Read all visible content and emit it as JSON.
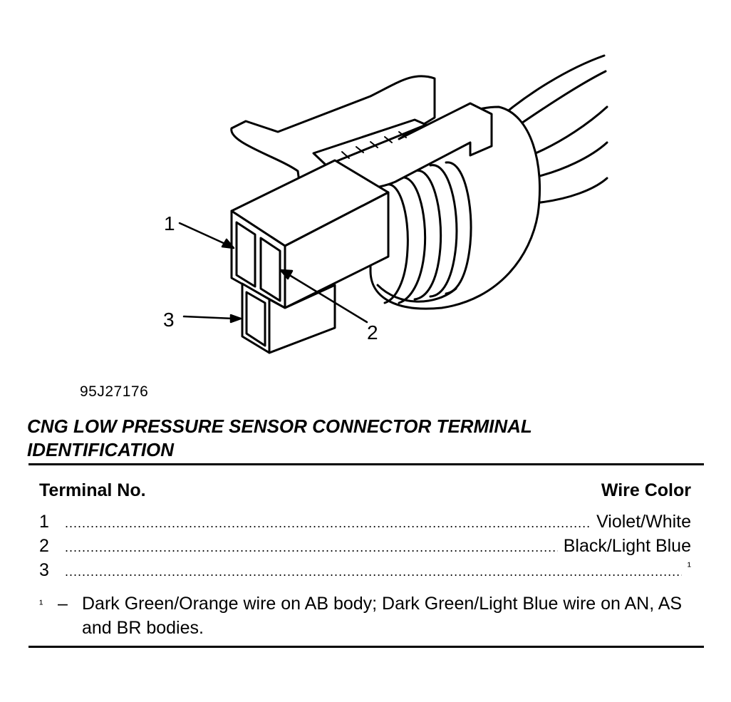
{
  "figure_id": "95J27176",
  "title": "CNG LOW PRESSURE SENSOR CONNECTOR TERMINAL IDENTIFICATION",
  "callouts": [
    "1",
    "2",
    "3"
  ],
  "table": {
    "headers": {
      "terminal": "Terminal No.",
      "wire_color": "Wire Color"
    },
    "rows": [
      {
        "terminal": "1",
        "wire_color": "Violet/White"
      },
      {
        "terminal": "2",
        "wire_color": "Black/Light Blue"
      },
      {
        "terminal": "3",
        "wire_color": "¹"
      }
    ]
  },
  "footnote": {
    "mark": "¹",
    "dash": "–",
    "text": "Dark Green/Orange wire on AB body; Dark Green/Light Blue wire on AN, AS and BR bodies."
  }
}
